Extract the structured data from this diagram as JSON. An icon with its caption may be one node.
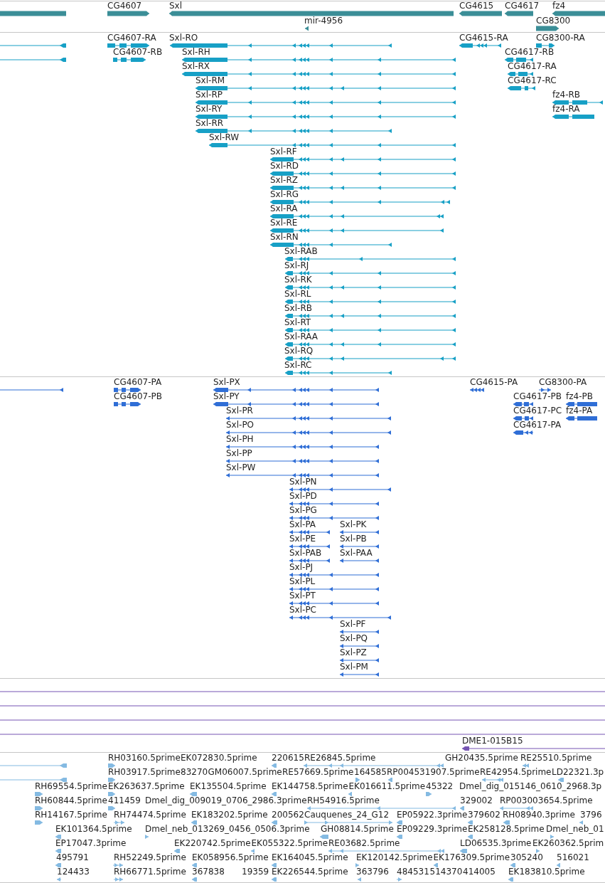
{
  "diagram": {
    "labels": [
      "CG4607",
      "Sxl",
      "CG4615",
      "CG4617",
      "fz4",
      "mir-4956",
      "CG8300",
      "CG4607-RA",
      "Sxl-RO",
      "CG4615-RA",
      "CG8300-RA",
      "CG4607-RB",
      "Sxl-RH",
      "CG4617-RB",
      "Sxl-RX",
      "CG4617-RA",
      "Sxl-RM",
      "CG4617-RC",
      "Sxl-RP",
      "fz4-RB",
      "Sxl-RY",
      "fz4-RA",
      "Sxl-RR",
      "Sxl-RW",
      "Sxl-RF",
      "Sxl-RD",
      "Sxl-RZ",
      "Sxl-RG",
      "Sxl-RA",
      "Sxl-RE",
      "Sxl-RN",
      "Sxl-RAB",
      "Sxl-RJ",
      "Sxl-RK",
      "Sxl-RL",
      "Sxl-RB",
      "Sxl-RT",
      "Sxl-RAA",
      "Sxl-RQ",
      "Sxl-RC",
      "CG4607-PA",
      "Sxl-PX",
      "CG4615-PA",
      "CG8300-PA",
      "CG4607-PB",
      "Sxl-PY",
      "CG4617-PB",
      "fz4-PB",
      "Sxl-PR",
      "CG4617-PC",
      "fz4-PA",
      "Sxl-PO",
      "CG4617-PA",
      "Sxl-PH",
      "Sxl-PP",
      "Sxl-PW",
      "Sxl-PN",
      "Sxl-PD",
      "Sxl-PG",
      "Sxl-PA",
      "Sxl-PK",
      "Sxl-PE",
      "Sxl-PB",
      "Sxl-PAB",
      "Sxl-PAA",
      "Sxl-PJ",
      "Sxl-PL",
      "Sxl-PT",
      "Sxl-PC",
      "Sxl-PF",
      "Sxl-PQ",
      "Sxl-PZ",
      "Sxl-PM",
      "DME1-015B15",
      "RH03160.5prime",
      "EK072830.5prime",
      "220615",
      "RE26845.5prime",
      "GH20435.5prime",
      "RE25510.5prime",
      "RH03917.5prime",
      "83270",
      "GM06007.5prime",
      "RE57669.5prime",
      "164585",
      "RP004531907.5prime",
      "RE42954.5prime",
      "LD22321.3p",
      "RH69554.5prime",
      "EK263637.5prime",
      "EK135504.5prime",
      "EK144758.5prime",
      "EK016611.5prime",
      "45322",
      "Dmel_dig_015146_0610_2968.3p",
      "RH60844.5prime",
      "411459",
      "Dmel_dig_009019_0706_2986.3prime",
      "RH54916.5prime",
      "329002",
      "RP003003654.5prime",
      "RH14167.5prime",
      "RH74474.5prime",
      "EK183202.5prime",
      "200562",
      "Cauquenes_24_G12",
      "EP05922.3prime",
      "379602",
      "RH08940.3prime",
      "3796",
      "EK101364.5prime",
      "Dmel_neb_013269_0456_0506.3prime",
      "GH08814.5prime",
      "EP09229.3prime",
      "EK258128.5prime",
      "Dmel_neb_01",
      "EP17047.3prime",
      "EK220742.5prime",
      "EK055322.5prime",
      "RE03682.5prime",
      "LD06535.3prime",
      "EK260362.5prim",
      "495791",
      "RH52249.5prime",
      "EK058956.5prime",
      "EK164045.5prime",
      "EK120142.5prime",
      "EK176309.5prime",
      "305240",
      "516021",
      "124433",
      "RH66771.5prime",
      "367838",
      "19359",
      "EK226544.5prime",
      "363796",
      "484531",
      "514370",
      "414005",
      "EK183810.5prime"
    ]
  }
}
